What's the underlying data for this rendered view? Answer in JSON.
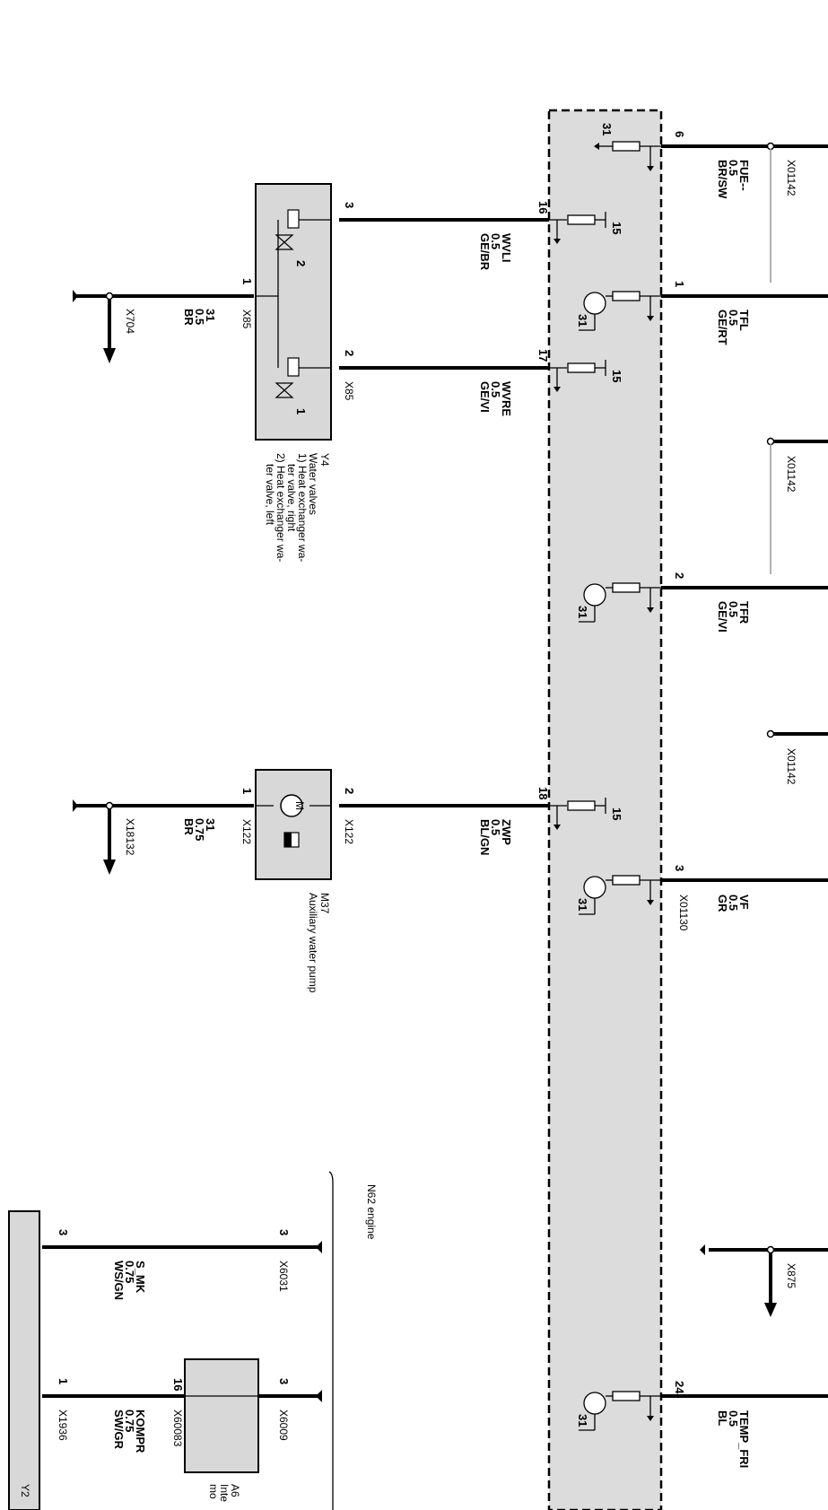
{
  "control_unit": {
    "pins": [
      "6",
      "16",
      "1",
      "17",
      "2",
      "18",
      "3",
      "24"
    ],
    "grounds": [
      "31",
      "15",
      "31",
      "15",
      "31",
      "15",
      "31",
      "31"
    ]
  },
  "outputs": [
    {
      "pin": "6",
      "signal": "FUE--",
      "gauge": "0.5",
      "color": "BR/SW",
      "splice": "X01142"
    },
    {
      "pin": "1",
      "signal": "TFL",
      "gauge": "0.5",
      "color": "GE/RT"
    },
    {
      "pin": "2",
      "signal": "TFR",
      "gauge": "0.5",
      "color": "GE/VI",
      "splice": "X01142"
    },
    {
      "pin": "3",
      "signal": "VF",
      "gauge": "0.5",
      "color": "GR",
      "splice": "X01130"
    },
    {
      "pin": "24",
      "signal": "TEMP_FRI",
      "gauge": "0.5",
      "color": "BL"
    }
  ],
  "splices_top": [
    "X01142",
    "X01142"
  ],
  "ground_x875": "X875",
  "wires_left": [
    {
      "pin": "16",
      "signal": "WVLI",
      "gauge": "0.5",
      "color": "GE/BR"
    },
    {
      "pin": "17",
      "signal": "WVRE",
      "gauge": "0.5",
      "color": "GE/VI"
    },
    {
      "pin": "18",
      "signal": "ZWP",
      "gauge": "0.5",
      "color": "BL/GN"
    }
  ],
  "y4": {
    "pin3": "3",
    "pin1": "1",
    "pin2": "2",
    "conn_a": "X85",
    "conn_b": "X85",
    "valve1": "1",
    "valve2": "2",
    "id": "Y4",
    "desc_lines": [
      "Water valves",
      "1) Heat exchanger wa-",
      "ter valve, right",
      "2) Heat exchanger wa-",
      "ter valve, left"
    ],
    "ground": {
      "num": "31",
      "gauge": "0.5",
      "color": "BR",
      "conn": "X704"
    }
  },
  "m37": {
    "pin2": "2",
    "pin1": "1",
    "conn_a": "X122",
    "conn_b": "X122",
    "motor": "M",
    "id": "M37",
    "desc": "Auxiliary water pump",
    "ground": {
      "num": "31",
      "gauge": "0.75",
      "color": "BR",
      "conn": "X18132"
    }
  },
  "engine": {
    "label": "N62 engine",
    "wire1": {
      "signal": "S_MK",
      "gauge": "0.75",
      "color": "WS/GN",
      "pin_top": "3",
      "pin_bot": "3",
      "conn": "X6031"
    },
    "wire2": {
      "signal": "KOMPR",
      "gauge": "0.75",
      "color": "SW/GR",
      "pin_top": "3",
      "pin_mid": "16",
      "pin_bot": "1",
      "conn_top": "X6009",
      "conn_mid": "X60083",
      "conn_bot": "X1936"
    },
    "a6_id": "A6",
    "a6_desc1": "Inte",
    "a6_desc2": "mo",
    "y2_id": "Y2"
  }
}
